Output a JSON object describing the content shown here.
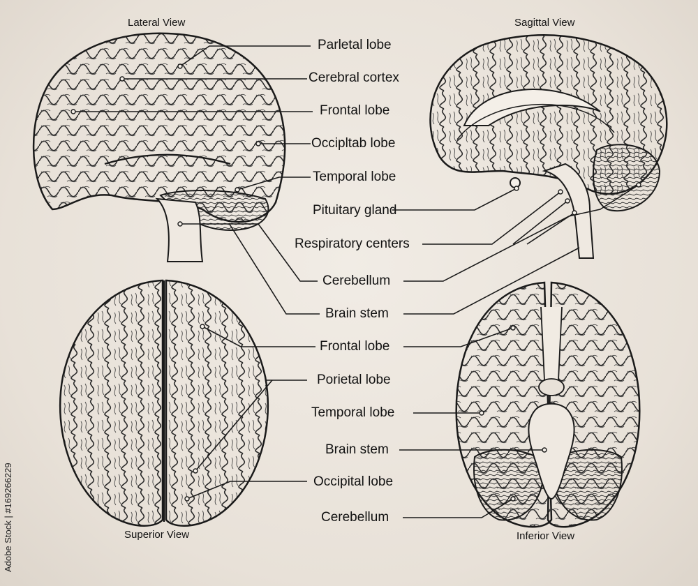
{
  "views": {
    "lateral": "Lateral View",
    "sagittal": "Sagittal View",
    "superior": "Superior View",
    "inferior": "Inferior View"
  },
  "labels": {
    "lateral_parietal": "Parletal lobe",
    "lateral_cortex": "Cerebral cortex",
    "lateral_frontal": "Frontal lobe",
    "lateral_occipital": "Occipltab lobe",
    "lateral_temporal": "Temporal lobe",
    "sagittal_pituitary": "Pituitary gland",
    "sagittal_respiratory": "Respiratory centers",
    "cerebellum_top": "Cerebellum",
    "brainstem_top": "Brain stem",
    "frontal_bottom": "Frontal lobe",
    "parietal_bottom": "Porietal lobe",
    "temporal_bottom": "Temporal lobe",
    "brainstem_bottom": "Brain stem",
    "occipital_bottom": "Occipital lobe",
    "cerebellum_bottom": "Cerebellum"
  },
  "watermark": "Adobe Stock",
  "stock_id": "Adobe Stock | #169266229",
  "colors": {
    "background": "#ebe5dd",
    "ink": "#1a1a1a",
    "brain_fill": "#f4efe8"
  }
}
